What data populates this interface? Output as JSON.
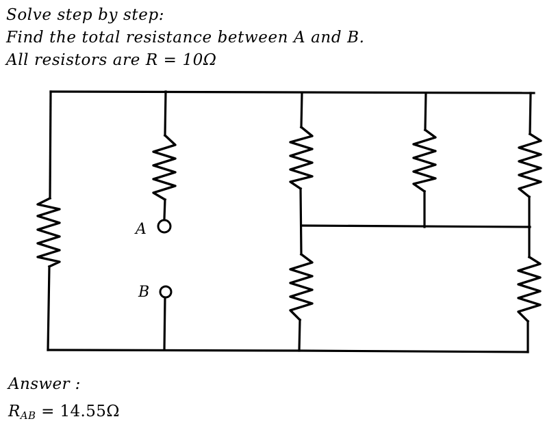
{
  "problem": {
    "line1": "Solve step by step:",
    "line2": "Find the total resistance between A and B.",
    "line3": "All resistors are R = 10Ω"
  },
  "diagram": {
    "terminal_a": "A",
    "terminal_b": "B"
  },
  "answer": {
    "label": "Answer :",
    "symbol": "R",
    "subscript": "AB",
    "equals": "=",
    "value": "14.55Ω"
  }
}
